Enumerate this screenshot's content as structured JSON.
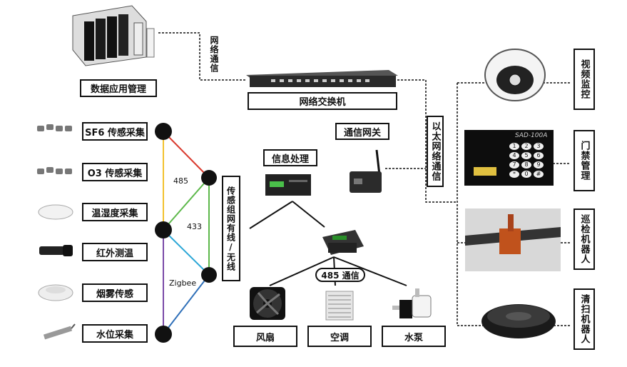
{
  "left_sensors": [
    {
      "label": "SF6 传感采集",
      "icon": "sf6-sensor-icon"
    },
    {
      "label": "O3 传感采集",
      "icon": "o3-sensor-icon"
    },
    {
      "label": "温湿度采集",
      "icon": "humidity-sensor-icon"
    },
    {
      "label": "红外测温",
      "icon": "infrared-camera-icon"
    },
    {
      "label": "烟雾传感",
      "icon": "smoke-detector-icon"
    },
    {
      "label": "水位采集",
      "icon": "water-level-probe-icon"
    }
  ],
  "top": {
    "data_mgmt": "数据应用管理",
    "net_comm": "网络通信",
    "switch": "网络交换机",
    "ethernet": "以太网络通信"
  },
  "middle": {
    "gateway": "通信网关",
    "info_proc": "信息处理",
    "sensor_net": "传感组网有线/无线",
    "rs485": "485 通信"
  },
  "protocols": {
    "p485": "485",
    "p433": "433",
    "zigbee": "Zigbee"
  },
  "bottom_devices": [
    "风扇",
    "空调",
    "水泵"
  ],
  "right_devices": [
    "视频监控",
    "门禁管理",
    "巡检机器人",
    "清扫机器人"
  ],
  "keypad": {
    "brand": "SAD-100A",
    "keys": [
      "1",
      "2",
      "3",
      "4",
      "5",
      "6",
      "7",
      "8",
      "9",
      "*",
      "0",
      "#"
    ]
  },
  "colors": {
    "red": "#d9382c",
    "yellow": "#f2c12e",
    "green": "#5cb84a",
    "cyan": "#2aa6d6",
    "purple": "#7a4aa8",
    "blue": "#2f6fb8"
  }
}
